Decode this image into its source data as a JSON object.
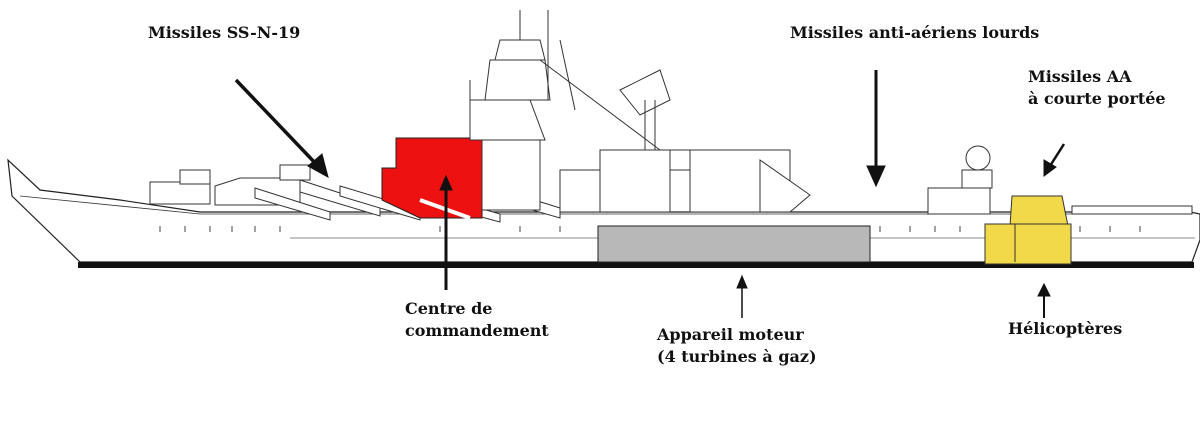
{
  "labels": {
    "ssn19": "Missiles SS-N-19",
    "heavy_aa": "Missiles anti-aériens lourds",
    "short_aa_line1": "Missiles AA",
    "short_aa_line2": "à courte portée",
    "command_line1": "Centre de",
    "command_line2": "commandement",
    "engine_line1": "Appareil moteur",
    "engine_line2": "(4 turbines à gaz)",
    "helicopters": "Hélicoptères"
  },
  "colors": {
    "command_center": "#ee1111",
    "engine": "#b8b8b8",
    "helicopter_hangar": "#f2d94a",
    "outline": "#222222",
    "hull_base": "#111111"
  }
}
